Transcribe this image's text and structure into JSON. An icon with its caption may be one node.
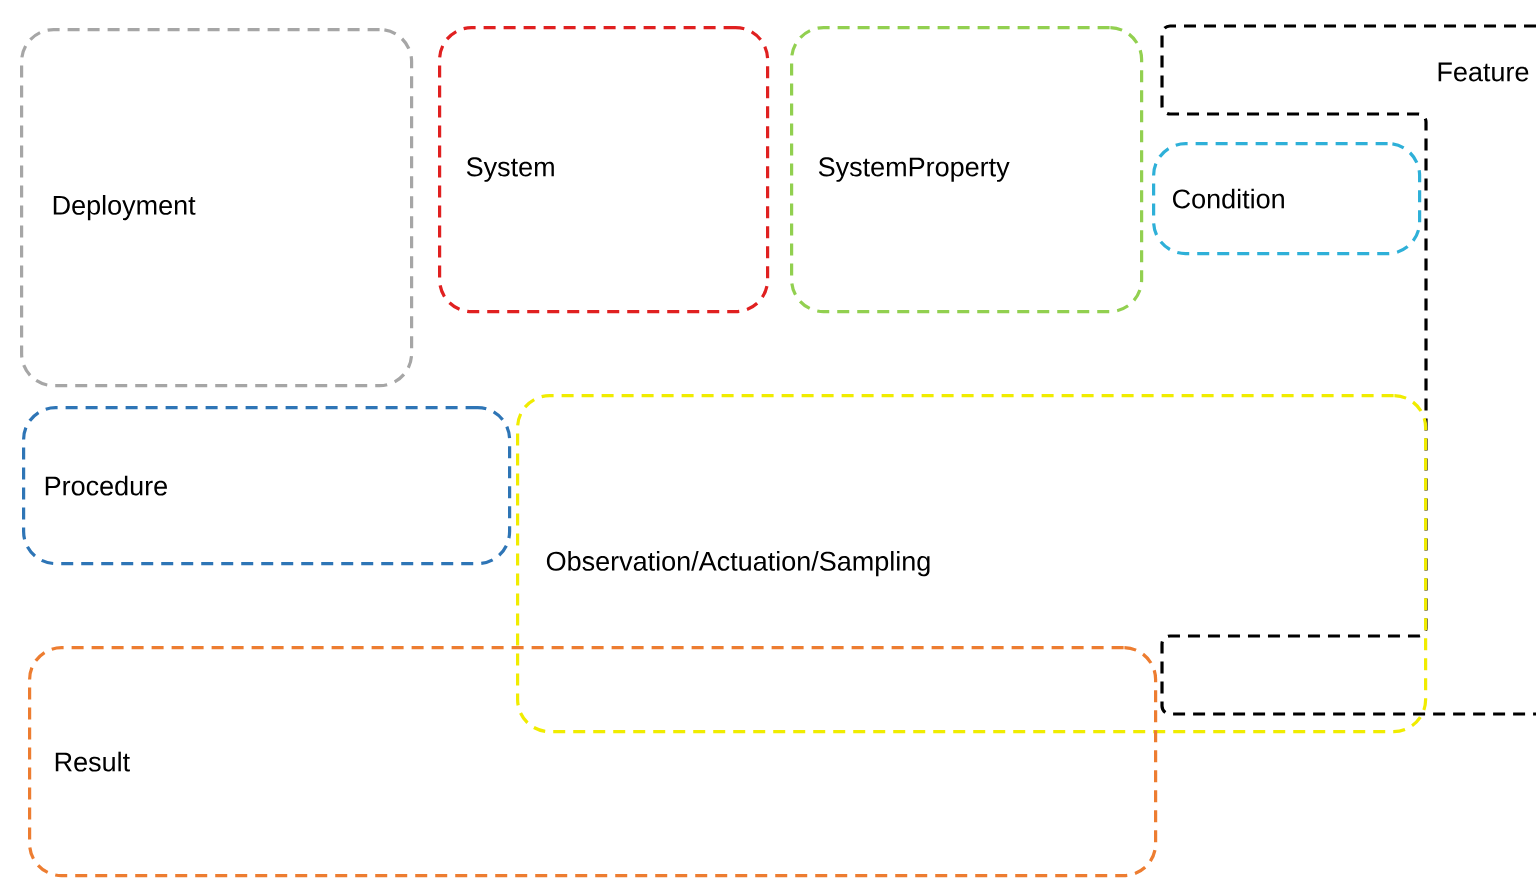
{
  "diagram": {
    "nodes": [
      {
        "text": [
          "Deployment"
        ]
      },
      {
        "text": [
          "System"
        ]
      },
      {
        "text": [
          "SystemProperty"
        ]
      },
      {
        "text": [
          "Feature"
        ]
      },
      {
        "text": [
          "Condition"
        ],
        "in": 3
      },
      {
        "text": [
          "Procedure"
        ]
      },
      {
        "text": [
          "Observation/Actuation/Sampling"
        ]
      },
      {
        "text": [
          "Result"
        ]
      }
    ]
  }
}
